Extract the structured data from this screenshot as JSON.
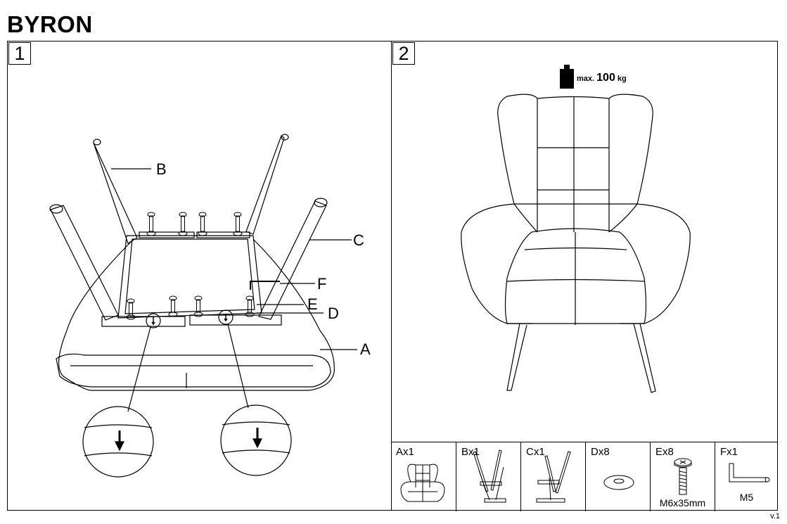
{
  "title": "BYRON",
  "version": "v.1",
  "step1": {
    "number": "1",
    "labels": {
      "A": "A",
      "B": "B",
      "C": "C",
      "D": "D",
      "E": "E",
      "F": "F"
    }
  },
  "step2": {
    "number": "2",
    "max_prefix": "max.",
    "max_value": "100",
    "max_unit": "kg"
  },
  "parts": [
    {
      "name": "Ax1",
      "sub": ""
    },
    {
      "name": "Bx1",
      "sub": ""
    },
    {
      "name": "Cx1",
      "sub": ""
    },
    {
      "name": "Dx8",
      "sub": ""
    },
    {
      "name": "Ex8",
      "sub": "M6x35mm"
    },
    {
      "name": "Fx1",
      "sub": "M5"
    }
  ]
}
